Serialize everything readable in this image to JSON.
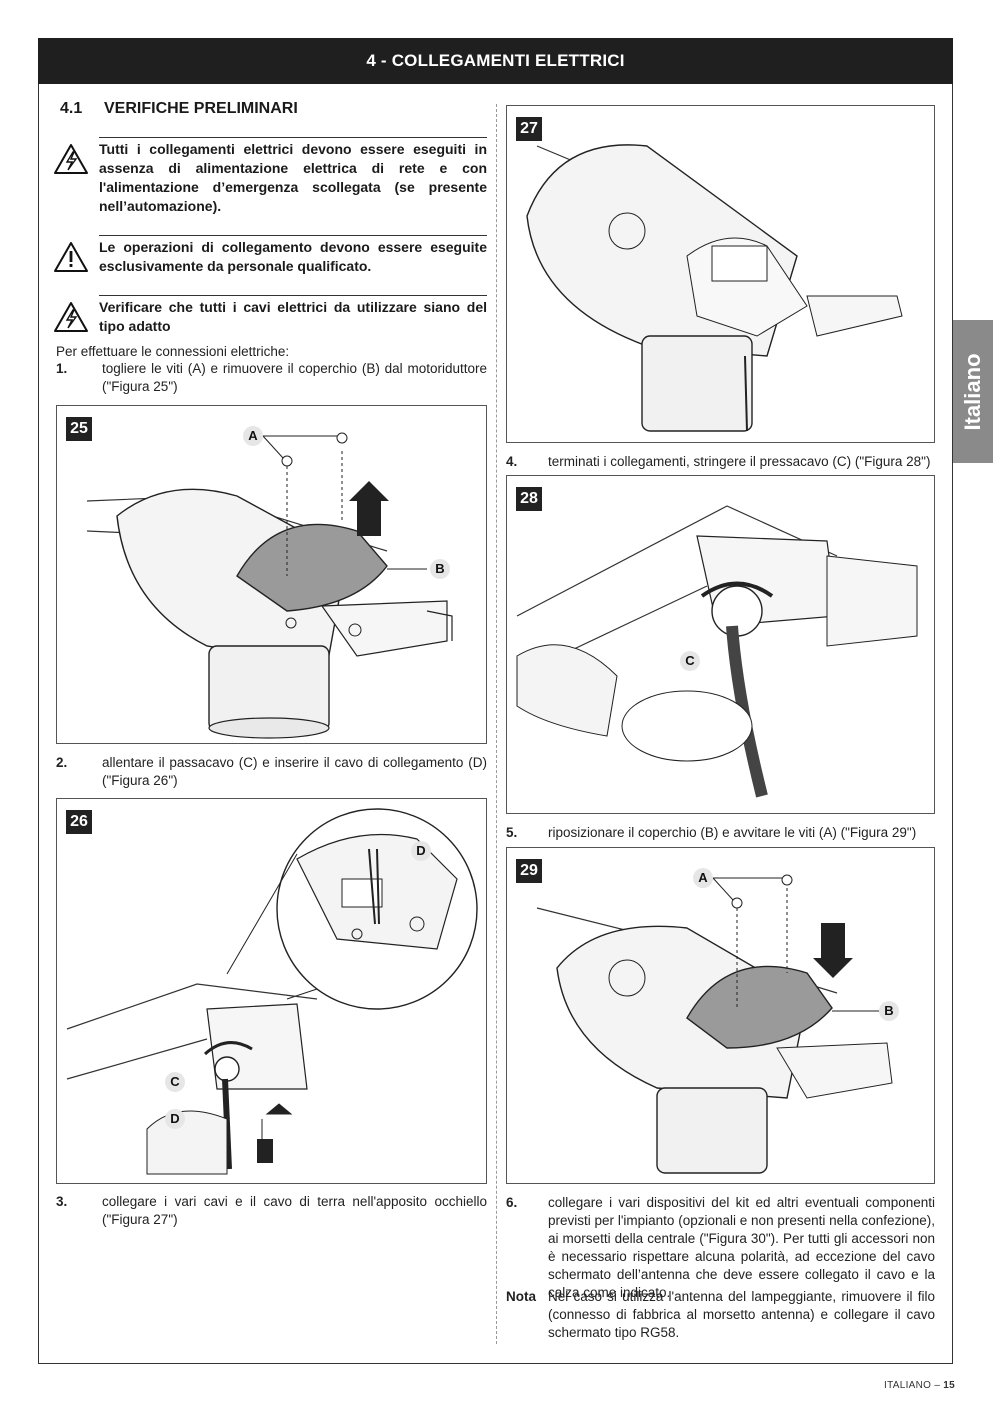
{
  "header": {
    "title": "4 - COLLEGAMENTI ELETTRICI"
  },
  "side_tab": {
    "label": "Italiano"
  },
  "section": {
    "number": "4.1",
    "title": "VERIFICHE PRELIMINARI"
  },
  "warnings": [
    {
      "text": "Tutti i collegamenti elettrici devono essere eseguiti in assenza di alimentazione elettrica di rete e con l'alimentazione d’emergenza scollegata (se presente nell’automazione).",
      "icon": "electric-hazard-icon"
    },
    {
      "text": "Le operazioni di collegamento devono essere eseguite esclusivamente da personale qualificato.",
      "icon": "warning-icon"
    },
    {
      "text": "Verificare che tutti i cavi elettrici da utilizzare siano del tipo adatto",
      "icon": "electric-hazard-icon"
    }
  ],
  "intro": "Per effettuare le connessioni elettriche:",
  "steps": [
    {
      "n": "1.",
      "text": "togliere le viti (A) e rimuovere il coperchio (B) dal motoriduttore (\"Figura 25\")"
    },
    {
      "n": "2.",
      "text": "allentare il passacavo (C) e inserire il cavo di collegamento (D) (\"Figura 26\")"
    },
    {
      "n": "3.",
      "text": "collegare i vari cavi e il cavo di terra nell'apposito occhiello (\"Figura 27\")"
    },
    {
      "n": "4.",
      "text": "terminati i collegamenti, stringere il pressacavo (C) (\"Figura 28\")"
    },
    {
      "n": "5.",
      "text": "riposizionare il coperchio (B) e avvitare le viti (A) (\"Figura 29\")"
    },
    {
      "n": "6.",
      "text": "collegare i vari dispositivi del kit ed altri eventuali componenti previsti per l'impianto (opzionali e non presenti nella confezione), ai morsetti della centrale (\"Figura 30\"). Per tutti gli accessori non è necessario rispettare alcuna polarità, ad eccezione del cavo schermato dell’antenna che deve essere collegato il cavo e la calza come indicato."
    }
  ],
  "note": {
    "label": "Nota",
    "text": "Nel caso si utilizza l'antenna del lampeggiante, rimuovere il filo (connesso di fabbrica al morsetto antenna) e collegare il cavo schermato tipo RG58."
  },
  "figures": {
    "f25": {
      "label": "25",
      "callouts": [
        "A",
        "B"
      ]
    },
    "f26": {
      "label": "26",
      "callouts": [
        "D",
        "C",
        "D"
      ]
    },
    "f27": {
      "label": "27"
    },
    "f28": {
      "label": "28",
      "callouts": [
        "C"
      ]
    },
    "f29": {
      "label": "29",
      "callouts": [
        "A",
        "B"
      ]
    }
  },
  "footer": {
    "prefix": "ITALIANO – ",
    "page": "15"
  }
}
